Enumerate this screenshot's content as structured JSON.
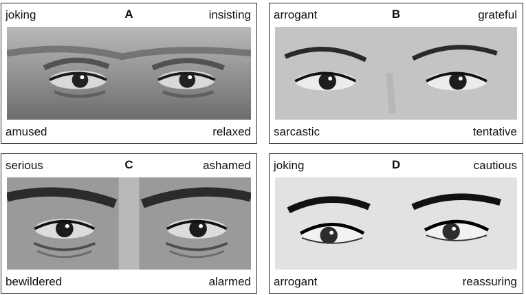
{
  "panels": [
    {
      "letter": "A",
      "top_left": "joking",
      "top_right": "insisting",
      "bottom_left": "amused",
      "bottom_right": "relaxed"
    },
    {
      "letter": "B",
      "top_left": "arrogant",
      "top_right": "grateful",
      "bottom_left": "sarcastic",
      "bottom_right": "tentative"
    },
    {
      "letter": "C",
      "top_left": "serious",
      "top_right": "ashamed",
      "bottom_left": "bewildered",
      "bottom_right": "alarmed"
    },
    {
      "letter": "D",
      "top_left": "joking",
      "top_right": "cautious",
      "bottom_left": "arrogant",
      "bottom_right": "reassuring"
    }
  ]
}
